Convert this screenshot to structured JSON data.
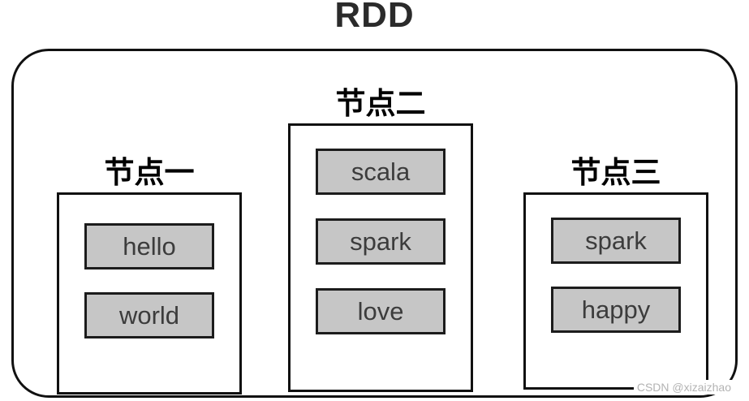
{
  "diagram": {
    "title": "RDD",
    "nodes": [
      {
        "label": "节点一",
        "items": [
          "hello",
          "world"
        ]
      },
      {
        "label": "节点二",
        "items": [
          "scala",
          "spark",
          "love"
        ]
      },
      {
        "label": "节点三",
        "items": [
          "spark",
          "happy"
        ]
      }
    ],
    "watermark": "CSDN @xizaizhao",
    "colors": {
      "outline": "#111111",
      "item_fill": "#c6c6c6",
      "item_text": "#3c3c3c",
      "title_text": "#2b2b2b",
      "watermark_text": "#b3b3b3"
    }
  }
}
